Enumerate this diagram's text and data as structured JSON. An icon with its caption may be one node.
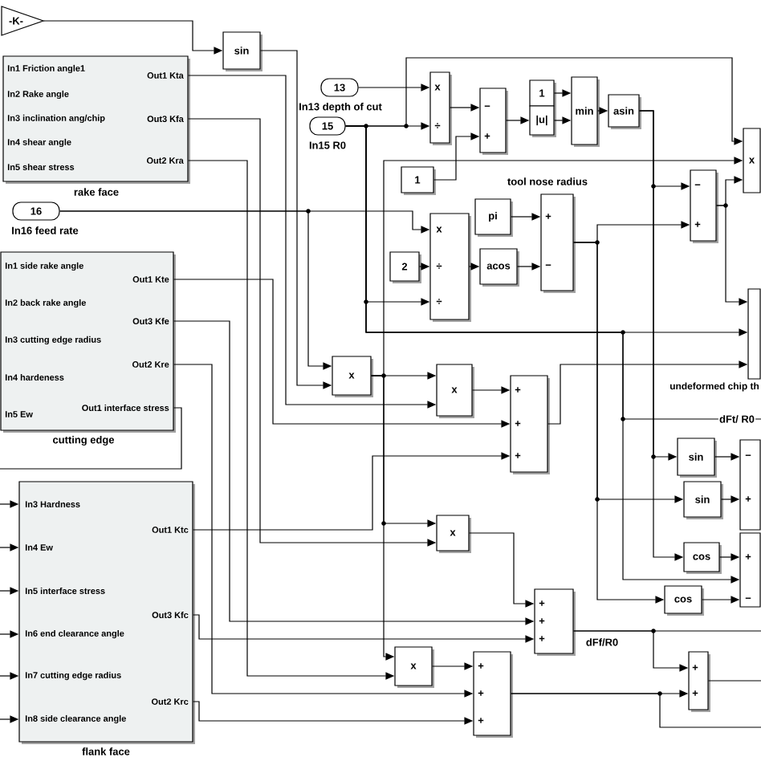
{
  "diagram": {
    "nodes": [
      {
        "text": [
          "-K-"
        ]
      },
      {
        "text": [
          "sin"
        ]
      },
      {
        "text": [
          "In1 Friction angle1",
          "In2 Rake angle",
          "In3 inclination ang/chip",
          "In4 shear angle",
          "In5 shear stress",
          "Out1 Kta",
          "Out3 Kfa",
          "Out2 Kra"
        ],
        "beside": [
          "rake face"
        ]
      },
      {
        "text": [
          "13"
        ],
        "beside": [
          "In13 depth of cut"
        ]
      },
      {
        "text": [
          "15"
        ],
        "beside": [
          "In15 R0"
        ]
      },
      {
        "text": [
          "x",
          "÷"
        ]
      },
      {
        "text": [
          "−",
          "+"
        ]
      },
      {
        "text": [
          "1"
        ]
      },
      {
        "text": [
          "|u|"
        ]
      },
      {
        "text": [
          "min"
        ]
      },
      {
        "text": [
          "asin"
        ]
      },
      {
        "text": [
          "1"
        ]
      },
      {
        "text": [
          "−",
          "+"
        ]
      },
      {
        "text": [
          "x"
        ]
      },
      {
        "text": [
          "16"
        ],
        "beside": [
          "In16 feed rate"
        ]
      },
      {
        "text": [
          "pi"
        ]
      },
      {
        "text": [
          "x",
          "÷",
          "÷"
        ]
      },
      {
        "text": [
          "+",
          "−"
        ]
      },
      {
        "text": [
          "2"
        ]
      },
      {
        "text": [
          "acos"
        ]
      },
      {
        "text": [
          "In1 side rake angle",
          "In2 back rake angle",
          "In3 cutting edge radius",
          "In4 hardeness",
          "In5 Ew",
          "Out1 Kte",
          "Out3 Kfe",
          "Out2 Kre",
          "Out1 interface stress"
        ],
        "beside": [
          "cutting edge"
        ]
      },
      {
        "text": [],
        "shape": "box",
        "beside": [
          "undeformed chip th"
        ]
      },
      {
        "text": [
          "x"
        ]
      },
      {
        "text": [
          "x"
        ]
      },
      {
        "text": [
          "+",
          "+",
          "+"
        ]
      },
      {
        "text": [
          "sin"
        ]
      },
      {
        "text": [
          "−",
          "+"
        ]
      },
      {
        "text": [
          "sin"
        ]
      },
      {
        "text": [
          "In3 Hardness",
          "In4 Ew",
          "In5 interface stress",
          "In6 end clearance angle",
          "In7 cutting edge radius",
          "In8 side clearance angle",
          "Out1 Ktc",
          "Out3 Kfc",
          "Out2 Krc"
        ],
        "beside": [
          "flank face"
        ]
      },
      {
        "text": [
          "x"
        ]
      },
      {
        "text": [
          "cos"
        ]
      },
      {
        "text": [
          "+",
          "−"
        ]
      },
      {
        "text": [
          "+",
          "+",
          "+"
        ]
      },
      {
        "text": [
          "cos"
        ]
      },
      {
        "text": [
          "x"
        ]
      },
      {
        "text": [
          "+",
          "+"
        ]
      },
      {
        "text": [
          "+",
          "+",
          "+"
        ]
      }
    ],
    "edges": [
      {
        "from": 0,
        "to": 1,
        "arrow": "to"
      },
      {
        "from": 1,
        "to": 22,
        "arrow": "to"
      },
      {
        "from": 2,
        "to": 23,
        "arrow": "to"
      },
      {
        "from": 2,
        "to": 29,
        "arrow": "to"
      },
      {
        "from": 2,
        "to": 34,
        "arrow": "to"
      },
      {
        "from": 3,
        "to": 5,
        "arrow": "to"
      },
      {
        "from": 4,
        "to": 5,
        "arrow": "to"
      },
      {
        "from": 4,
        "to": 13,
        "arrow": "to"
      },
      {
        "from": 4,
        "to": 16,
        "arrow": "to"
      },
      {
        "from": 4,
        "to": 21,
        "arrow": "to"
      },
      {
        "from": 4,
        "to": null,
        "arrow": "none",
        "label": "dFt/ R0"
      },
      {
        "from": 4,
        "to": 31,
        "arrow": "to"
      },
      {
        "from": 5,
        "to": 6,
        "arrow": "to"
      },
      {
        "from": 11,
        "to": 6,
        "arrow": "to"
      },
      {
        "from": 6,
        "to": 8,
        "arrow": "to"
      },
      {
        "from": 7,
        "to": 9,
        "arrow": "to"
      },
      {
        "from": 8,
        "to": 9,
        "arrow": "to"
      },
      {
        "from": 9,
        "to": 10,
        "arrow": "to"
      },
      {
        "from": 10,
        "to": 12,
        "arrow": "to"
      },
      {
        "from": 10,
        "to": 25,
        "arrow": "to"
      },
      {
        "from": 10,
        "to": 30,
        "arrow": "to"
      },
      {
        "from": 12,
        "to": 13,
        "arrow": "to"
      },
      {
        "from": 12,
        "to": 21,
        "arrow": "to"
      },
      {
        "from": 14,
        "to": 16,
        "arrow": "to"
      },
      {
        "from": 14,
        "to": 22,
        "arrow": "to"
      },
      {
        "from": 15,
        "to": 17,
        "arrow": "to"
      },
      {
        "from": 16,
        "to": 19,
        "arrow": "to"
      },
      {
        "from": 18,
        "to": 16,
        "arrow": "to"
      },
      {
        "from": 19,
        "to": 17,
        "arrow": "to"
      },
      {
        "from": 17,
        "to": 12,
        "arrow": "to"
      },
      {
        "from": 17,
        "to": 27,
        "arrow": "to"
      },
      {
        "from": 17,
        "to": 33,
        "arrow": "to"
      },
      {
        "from": 20,
        "to": 24,
        "arrow": "to"
      },
      {
        "from": 20,
        "to": 32,
        "arrow": "to"
      },
      {
        "from": 20,
        "to": 36,
        "arrow": "to"
      },
      {
        "from": 20,
        "to": null,
        "arrow": "none"
      },
      {
        "from": 22,
        "to": 23,
        "arrow": "to"
      },
      {
        "from": 22,
        "to": 13,
        "arrow": "to"
      },
      {
        "from": 22,
        "to": 29,
        "arrow": "to"
      },
      {
        "from": 22,
        "to": 34,
        "arrow": "to"
      },
      {
        "from": 23,
        "to": 24,
        "arrow": "to"
      },
      {
        "from": 24,
        "to": 21,
        "arrow": "to"
      },
      {
        "from": 25,
        "to": 26,
        "arrow": "to"
      },
      {
        "from": 27,
        "to": 26,
        "arrow": "to"
      },
      {
        "from": 28,
        "to": 24,
        "arrow": "to"
      },
      {
        "from": 28,
        "to": 32,
        "arrow": "to"
      },
      {
        "from": 28,
        "to": 36,
        "arrow": "to"
      },
      {
        "from": null,
        "to": 28,
        "arrow": "to"
      },
      {
        "from": null,
        "to": 28,
        "arrow": "to"
      },
      {
        "from": null,
        "to": 28,
        "arrow": "to"
      },
      {
        "from": null,
        "to": 28,
        "arrow": "to"
      },
      {
        "from": null,
        "to": 28,
        "arrow": "to"
      },
      {
        "from": null,
        "to": 28,
        "arrow": "to"
      },
      {
        "from": 29,
        "to": 32,
        "arrow": "to"
      },
      {
        "from": 30,
        "to": 31,
        "arrow": "to"
      },
      {
        "from": 33,
        "to": 31,
        "arrow": "to"
      },
      {
        "from": 32,
        "to": 35,
        "arrow": "to"
      },
      {
        "from": 32,
        "to": null,
        "arrow": "none",
        "label": "dFf/R0"
      },
      {
        "from": 34,
        "to": 36,
        "arrow": "to"
      },
      {
        "from": 36,
        "to": 35,
        "arrow": "to"
      },
      {
        "from": 36,
        "to": null,
        "arrow": "none"
      },
      {
        "from": 35,
        "to": null,
        "arrow": "none"
      }
    ],
    "labels": [
      "tool nose radius"
    ]
  }
}
